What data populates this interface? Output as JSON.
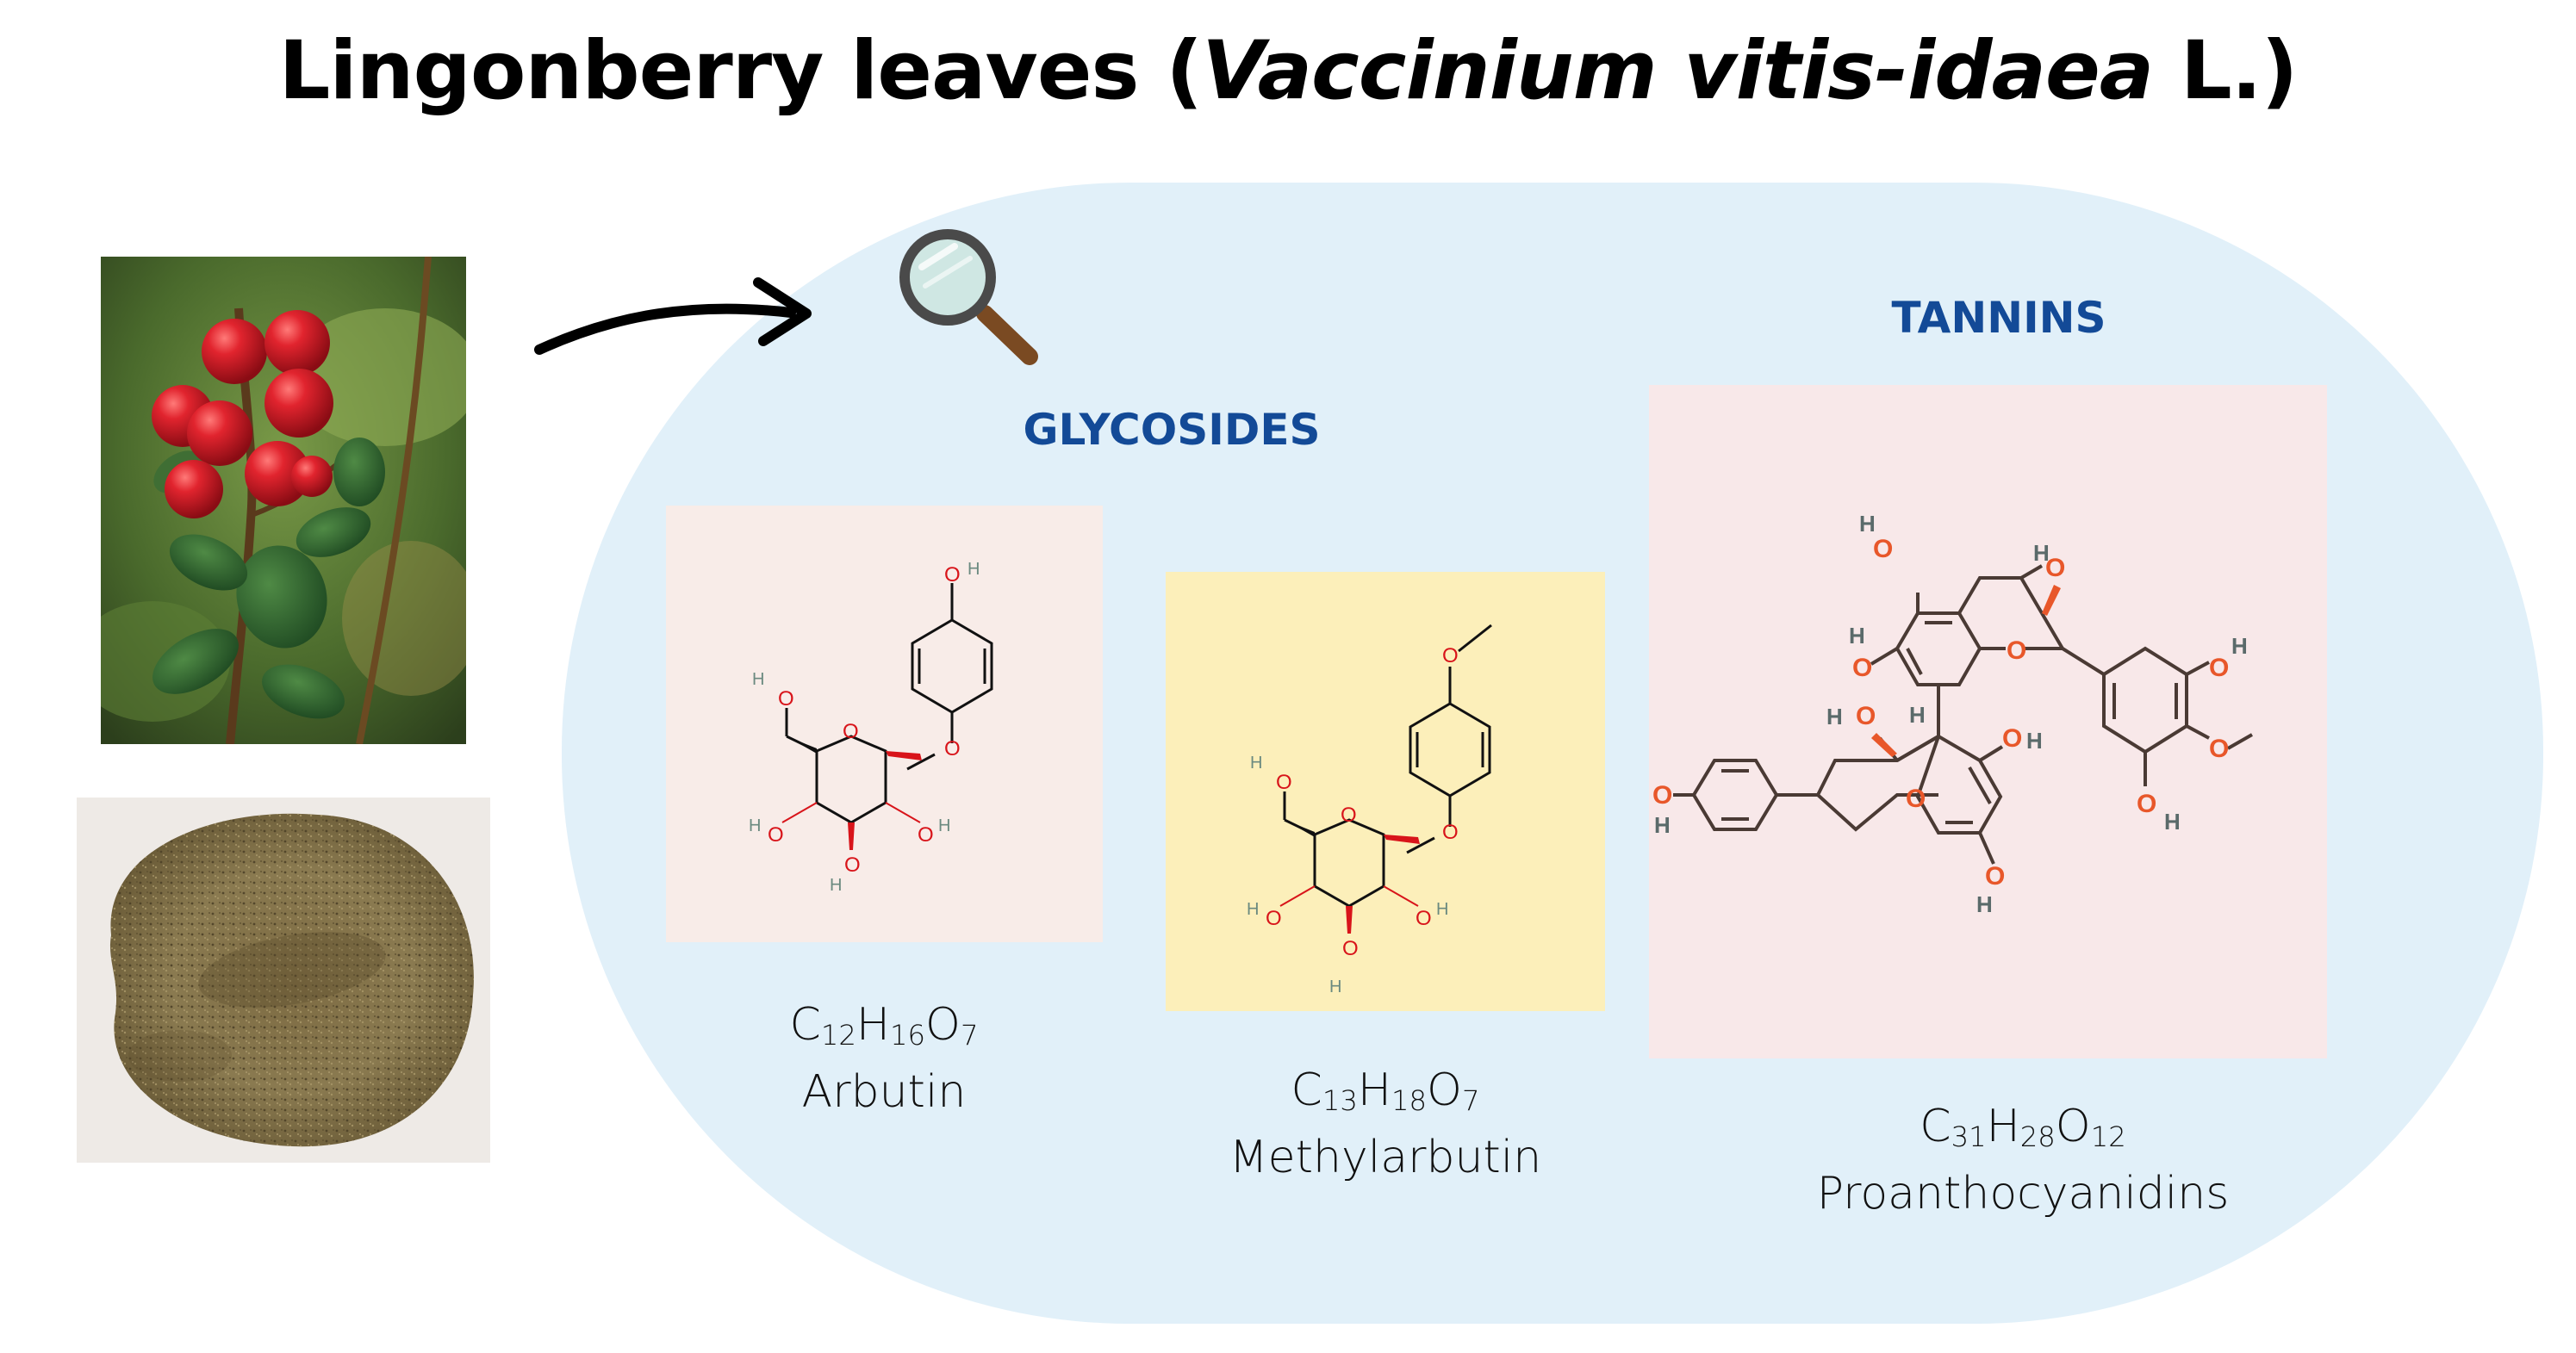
{
  "title": {
    "prefix": "Lingonberry leaves (",
    "latin": "Vaccinium vitis-idaea",
    "suffix": " L.)"
  },
  "groups": {
    "glycosides": "GLYCOSIDES",
    "tannins": "TANNINS"
  },
  "compounds": [
    {
      "formula": {
        "c": "12",
        "h": "16",
        "o": "7"
      },
      "name": "Arbutin"
    },
    {
      "formula": {
        "c": "13",
        "h": "18",
        "o": "7"
      },
      "name": "Methylarbutin"
    },
    {
      "formula": {
        "c": "31",
        "h": "28",
        "o": "12"
      },
      "name": "Proanthocyanidins"
    }
  ],
  "atom_labels": {
    "oxygen": "O",
    "hydrogen": "H",
    "carbon": "C"
  },
  "colors": {
    "blob": "#e1f0f9",
    "heading": "#134a97",
    "arbutin_card": "#f8ece8",
    "methylarbutin_card": "#fcefba",
    "tannin_card": "#f8e8e9",
    "oxygen_red": "#d8141a",
    "oxygen_orange": "#e8572a"
  },
  "icons": [
    "curved-arrow-icon",
    "magnifier-icon"
  ]
}
